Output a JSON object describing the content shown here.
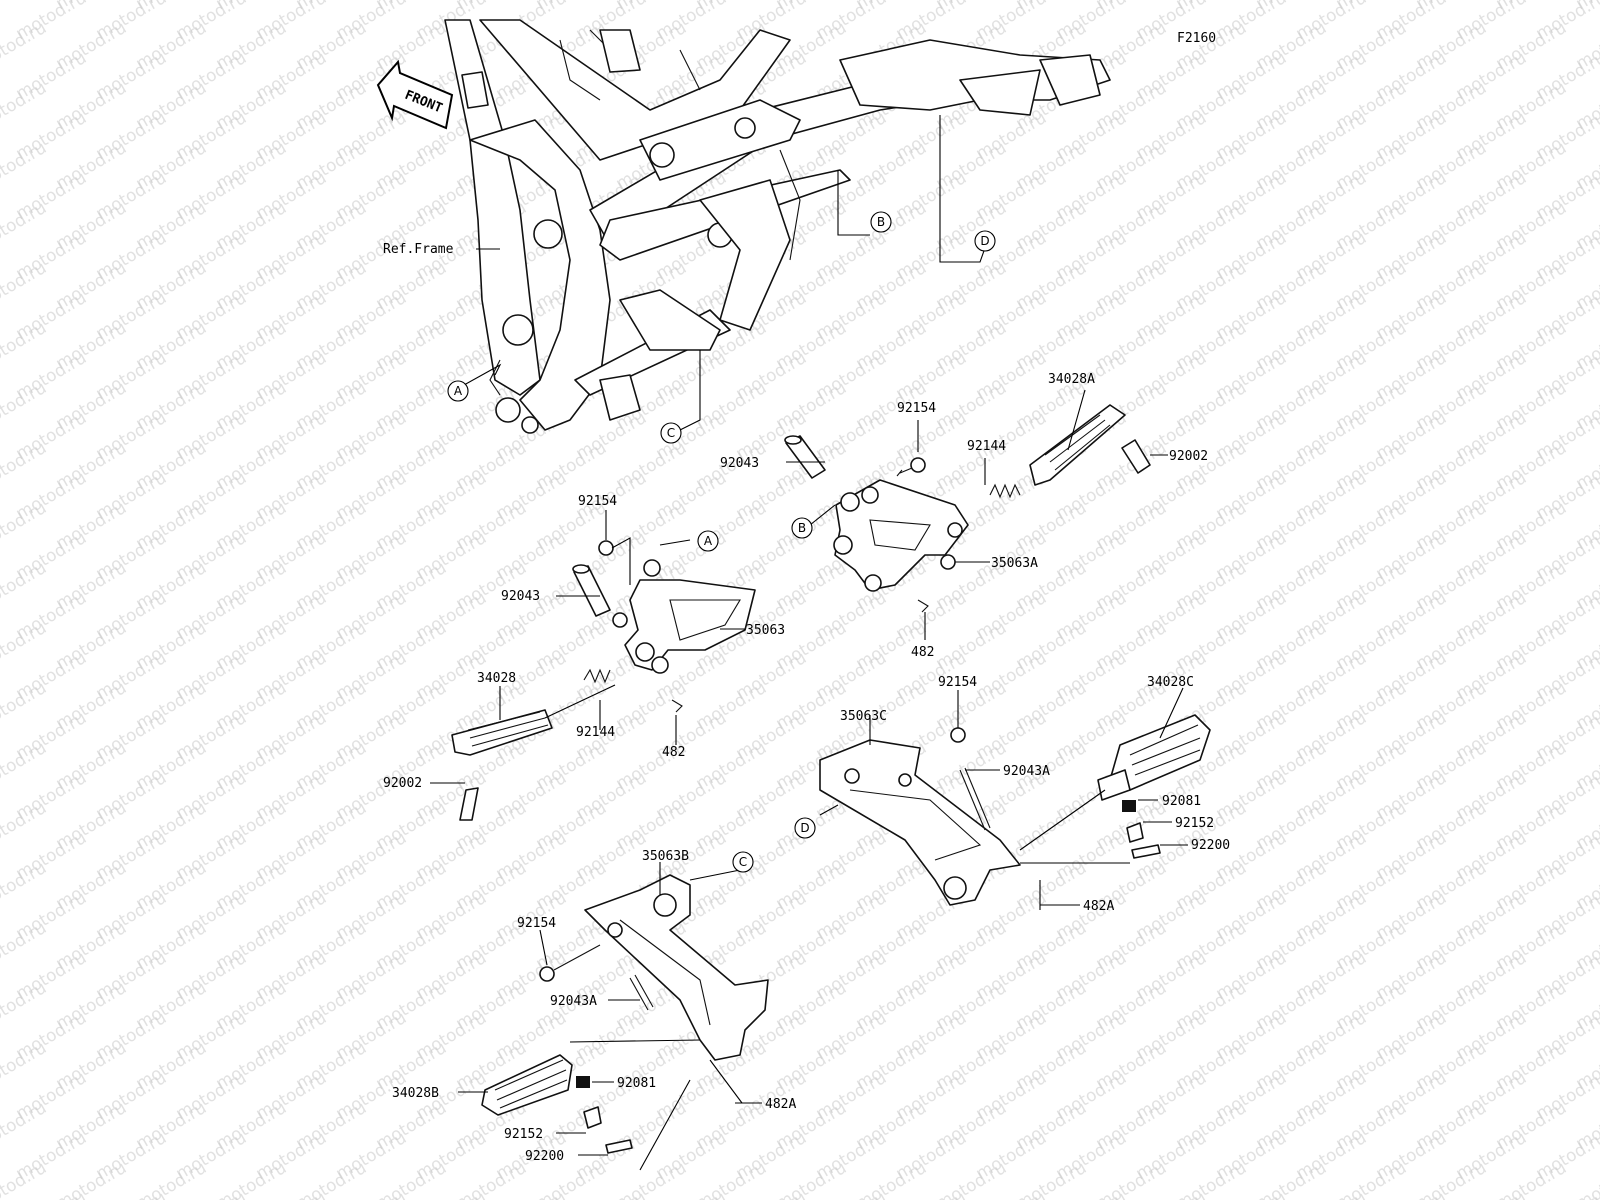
{
  "diagram_code": "F2160",
  "front_label": "FRONT",
  "ref_frame_label": "Ref.Frame",
  "watermark_text": "motod.ru",
  "labels": [
    {
      "id": "34028A",
      "text": "34028A"
    },
    {
      "id": "92154_b",
      "text": "92154"
    },
    {
      "id": "92144_b",
      "text": "92144"
    },
    {
      "id": "92043_b",
      "text": "92043"
    },
    {
      "id": "92002_b",
      "text": "92002"
    },
    {
      "id": "35063A",
      "text": "35063A"
    },
    {
      "id": "482_b",
      "text": "482"
    },
    {
      "id": "92154_a",
      "text": "92154"
    },
    {
      "id": "92043_a",
      "text": "92043"
    },
    {
      "id": "35063",
      "text": "35063"
    },
    {
      "id": "34028",
      "text": "34028"
    },
    {
      "id": "92144_a",
      "text": "92144"
    },
    {
      "id": "482_a",
      "text": "482"
    },
    {
      "id": "92002_a",
      "text": "92002"
    },
    {
      "id": "92154_d",
      "text": "92154"
    },
    {
      "id": "34028C",
      "text": "34028C"
    },
    {
      "id": "35063C",
      "text": "35063C"
    },
    {
      "id": "92043A_d",
      "text": "92043A"
    },
    {
      "id": "92081_d",
      "text": "92081"
    },
    {
      "id": "92152_d",
      "text": "92152"
    },
    {
      "id": "92200_d",
      "text": "92200"
    },
    {
      "id": "482A_d",
      "text": "482A"
    },
    {
      "id": "35063B",
      "text": "35063B"
    },
    {
      "id": "92154_c",
      "text": "92154"
    },
    {
      "id": "92043A_c",
      "text": "92043A"
    },
    {
      "id": "34028B",
      "text": "34028B"
    },
    {
      "id": "92081_c",
      "text": "92081"
    },
    {
      "id": "482A_c",
      "text": "482A"
    },
    {
      "id": "92152_c",
      "text": "92152"
    },
    {
      "id": "92200_c",
      "text": "92200"
    }
  ],
  "callouts": [
    "A",
    "B",
    "C",
    "D",
    "B",
    "A",
    "D",
    "C"
  ]
}
